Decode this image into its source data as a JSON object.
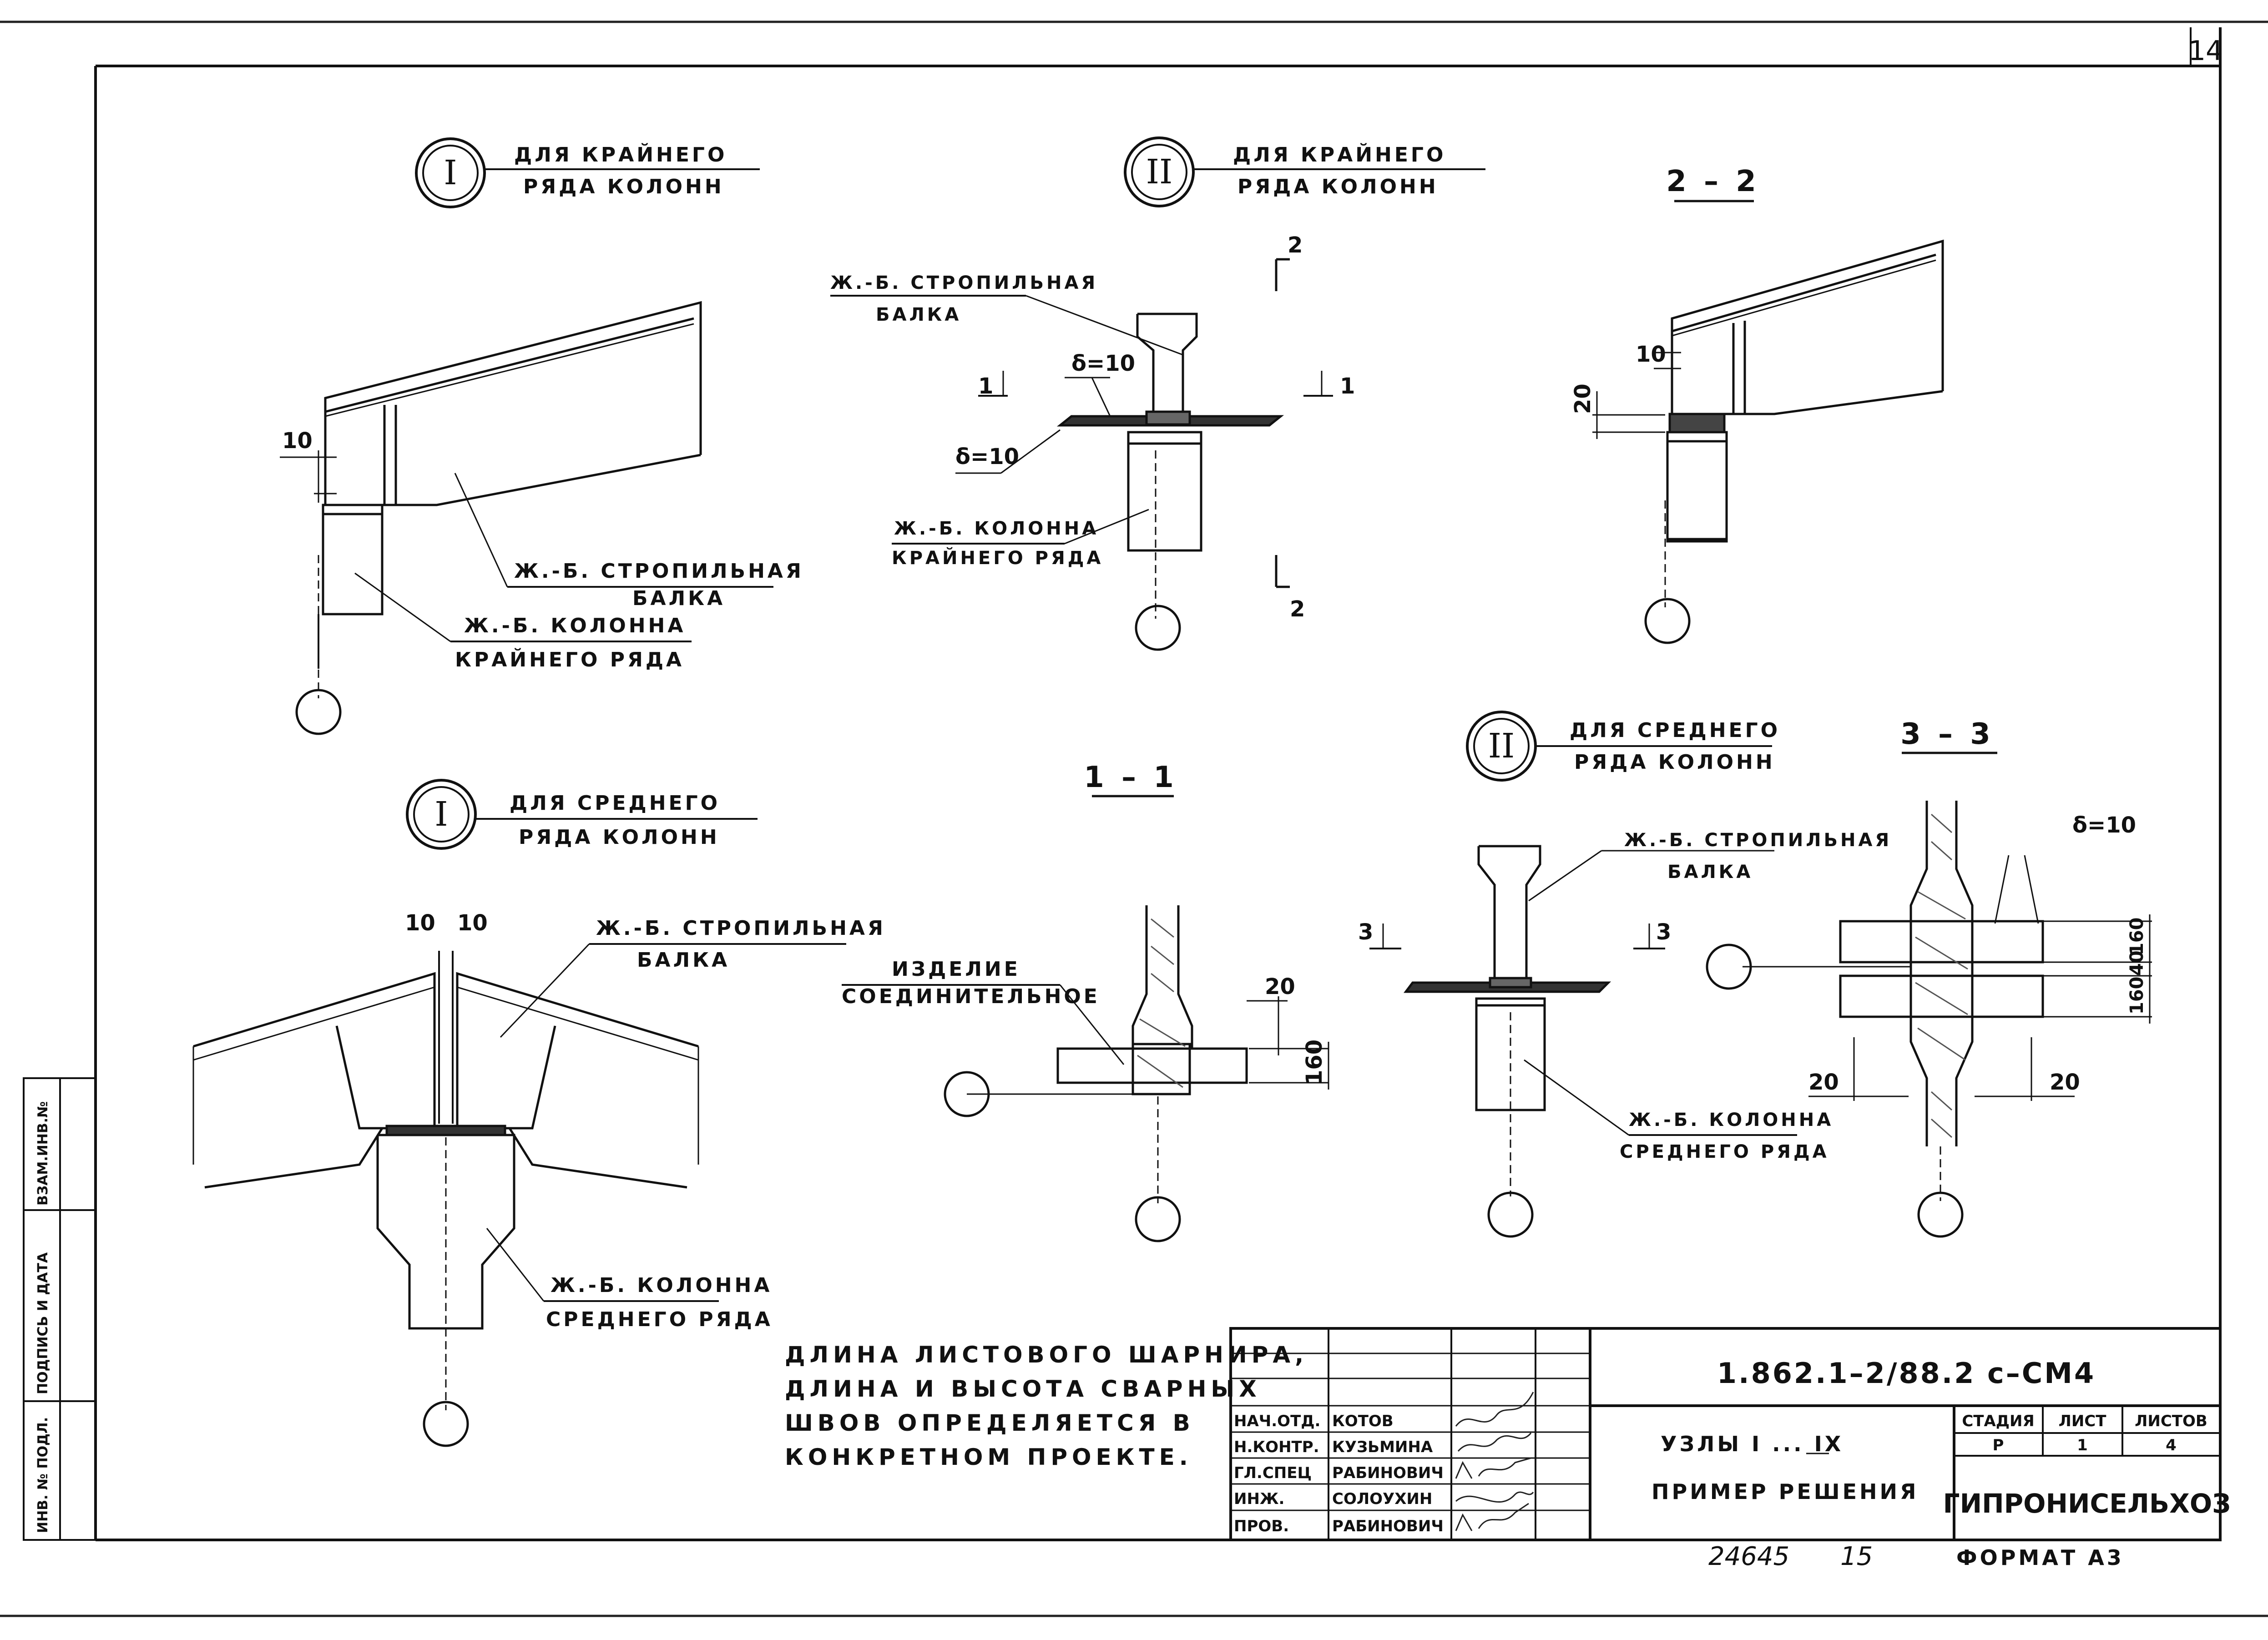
{
  "page_number": "14",
  "details": {
    "d1_outer": {
      "mark": "I",
      "line1": "ДЛЯ КРАЙНЕГО",
      "line2": "РЯДА КОЛОНН",
      "beam_l1": "Ж.-Б. СТРОПИЛЬНАЯ",
      "beam_l2": "БАЛКА",
      "col_l1": "Ж.-Б. КОЛОННА",
      "col_l2": "КРАЙНЕГО РЯДА",
      "dim_gap": "10"
    },
    "d2_outer": {
      "mark": "II",
      "line1": "ДЛЯ КРАЙНЕГО",
      "line2": "РЯДА КОЛОНН",
      "beam_l1": "Ж.-Б. СТРОПИЛЬНАЯ",
      "beam_l2": "БАЛКА",
      "plate_top": "δ=10",
      "plate_side": "δ=10",
      "col_l1": "Ж.-Б. КОЛОННА",
      "col_l2": "КРАЙНЕГО РЯДА",
      "cut1": "1",
      "cut2": "2"
    },
    "s2_2": {
      "title": "2 – 2",
      "dim10": "10",
      "dim20": "20"
    },
    "d1_mid": {
      "mark": "I",
      "line1": "ДЛЯ СРЕДНЕГО",
      "line2": "РЯДА КОЛОНН",
      "beam_l1": "Ж.-Б. СТРОПИЛЬНАЯ",
      "beam_l2": "БАЛКА",
      "col_l1": "Ж.-Б. КОЛОННА",
      "col_l2": "СРЕДНЕГО РЯДА",
      "dim_a": "10",
      "dim_b": "10"
    },
    "s1_1": {
      "title": "1 – 1",
      "part_l1": "ИЗДЕЛИЕ",
      "part_l2": "СОЕДИНИТЕЛЬНОЕ",
      "dim20": "20",
      "dim160": "160"
    },
    "d2_mid": {
      "mark": "II",
      "line1": "ДЛЯ СРЕДНЕГО",
      "line2": "РЯДА КОЛОНН",
      "beam_l1": "Ж.-Б. СТРОПИЛЬНАЯ",
      "beam_l2": "БАЛКА",
      "col_l1": "Ж.-Б. КОЛОННА",
      "col_l2": "СРЕДНЕГО РЯДА",
      "cut3": "3"
    },
    "s3_3": {
      "title": "3 – 3",
      "plate": "δ=10",
      "dim160a": "160",
      "dim40": "40",
      "dim160b": "160",
      "dim20a": "20",
      "dim20b": "20"
    }
  },
  "note": [
    "ДЛИНА ЛИСТОВОГО ШАРНИРА,",
    "ДЛИНА И ВЫСОТА СВАРНЫХ",
    "ШВОВ ОПРЕДЕЛЯЕТСЯ В",
    "КОНКРЕТНОМ ПРОЕКТЕ."
  ],
  "side_stamps": [
    "ВЗАМ.ИНВ.№",
    "ПОДПИСЬ И ДАТА",
    "ИНВ. № ПОДЛ."
  ],
  "title_block": {
    "designation": "1.862.1–2/88.2 с–СМ4",
    "roles": [
      {
        "role": "НАЧ.ОТД.",
        "name": "КОТОВ"
      },
      {
        "role": "Н.КОНТР.",
        "name": "КУЗЬМИНА"
      },
      {
        "role": "ГЛ.СПЕЦ",
        "name": "РАБИНОВИЧ"
      },
      {
        "role": "ИНЖ.",
        "name": "СОЛОУХИН"
      },
      {
        "role": "ПРОВ.",
        "name": "РАБИНОВИЧ"
      }
    ],
    "sheet_title_1": "УЗЛЫ I ... IX",
    "sheet_title_2": "ПРИМЕР РЕШЕНИЯ",
    "stage_header": "СТАДИЯ",
    "sheet_header": "ЛИСТ",
    "sheets_header": "ЛИСТОВ",
    "stage": "Р",
    "sheet": "1",
    "sheets": "4",
    "organization": "ГИПРОНИСЕЛЬХОЗ",
    "inv_number": "24645",
    "inv_suffix": "15",
    "format": "ФОРМАТ А3"
  }
}
